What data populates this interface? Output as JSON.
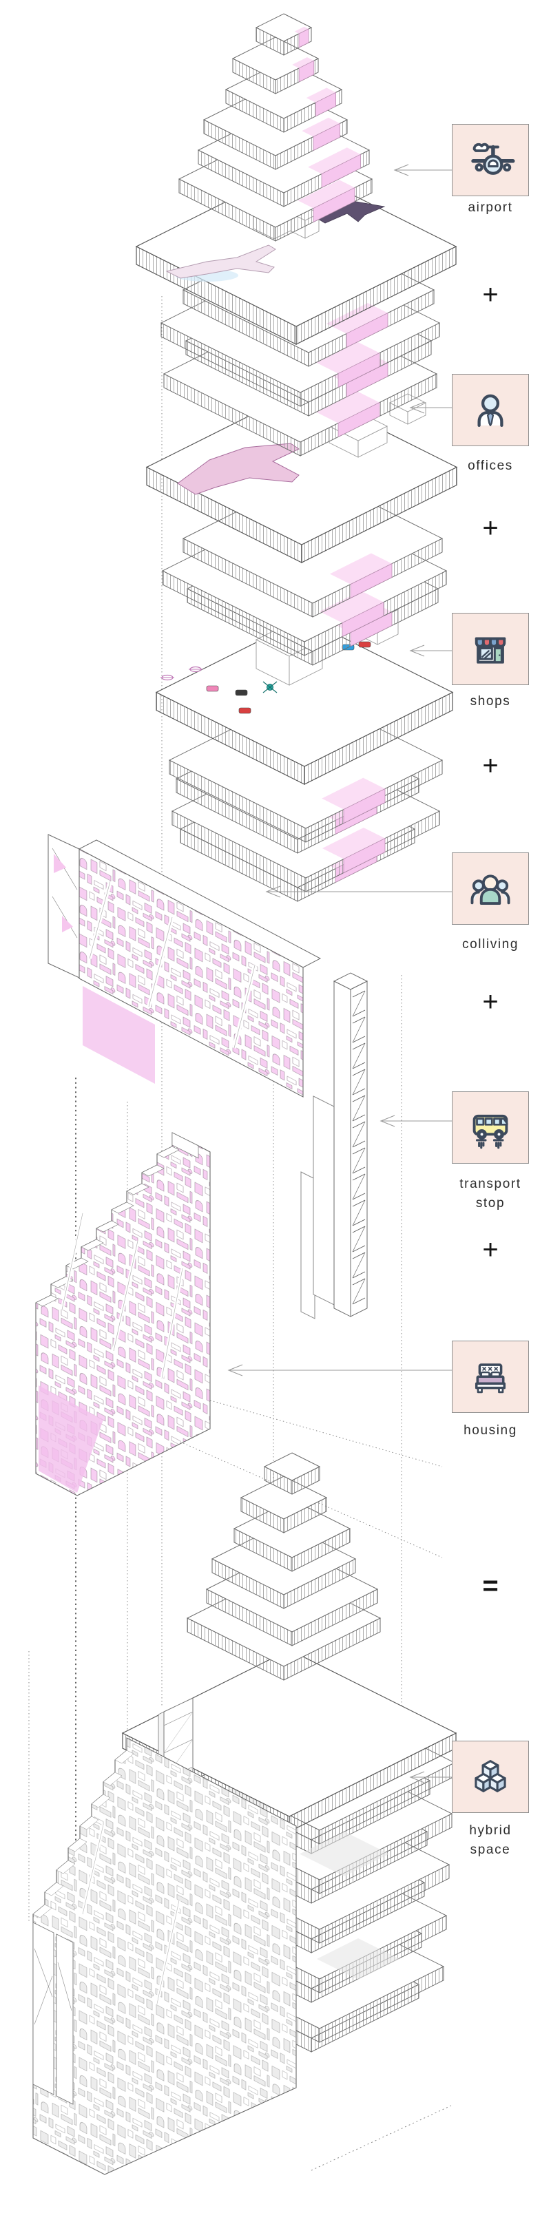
{
  "diagram": {
    "kind": "exploded axonometric architecture diagram",
    "sections": [
      "tower crown",
      "airport deck",
      "offices stack",
      "shops deck",
      "colliving block",
      "transport stop tower",
      "housing block",
      "hybrid tower"
    ]
  },
  "legend": {
    "items": [
      {
        "id": "airport",
        "label": "airport",
        "icon": "airplane-icon",
        "operator_after": "+"
      },
      {
        "id": "offices",
        "label": "offices",
        "icon": "office-worker-icon",
        "operator_after": "+"
      },
      {
        "id": "shops",
        "label": "shops",
        "icon": "storefront-icon",
        "operator_after": "+"
      },
      {
        "id": "colliving",
        "label": "colliving",
        "icon": "people-group-icon",
        "operator_after": "+"
      },
      {
        "id": "transport-stop",
        "label": "transport stop",
        "icon": "bus-icon",
        "operator_after": "+"
      },
      {
        "id": "housing",
        "label": "housing",
        "icon": "bed-icon",
        "operator_after": "="
      },
      {
        "id": "hybrid-space",
        "label": "hybrid space",
        "icon": "stacked-cubes-icon",
        "operator_after": null
      }
    ]
  },
  "colors": {
    "icon_card_bg": "#f9e8e2",
    "icon_card_border": "#8e8e8e",
    "icon_stroke": "#3d4a5c",
    "facade_pink": "#f7cef2",
    "core_pink": "#f6c6ee",
    "structure_line": "#6a6a6a",
    "arrow_gray": "#9a9a9a"
  }
}
